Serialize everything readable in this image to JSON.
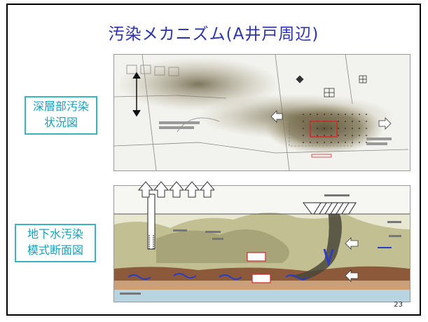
{
  "slide": {
    "title": "汚染メカニズム(A井戸周辺)",
    "page_number": "23"
  },
  "labels": {
    "deep": [
      "深層部汚染",
      "状況図"
    ],
    "section": [
      "地下水汚染",
      "模式断面図"
    ]
  },
  "colors": {
    "title": "#2a32a8",
    "label_border": "#3bb3c3",
    "label_text": "#1aa0b8",
    "plume": "#6e6446",
    "red_marker": "#d22828",
    "flow_arrow": "#2a3cc8"
  }
}
